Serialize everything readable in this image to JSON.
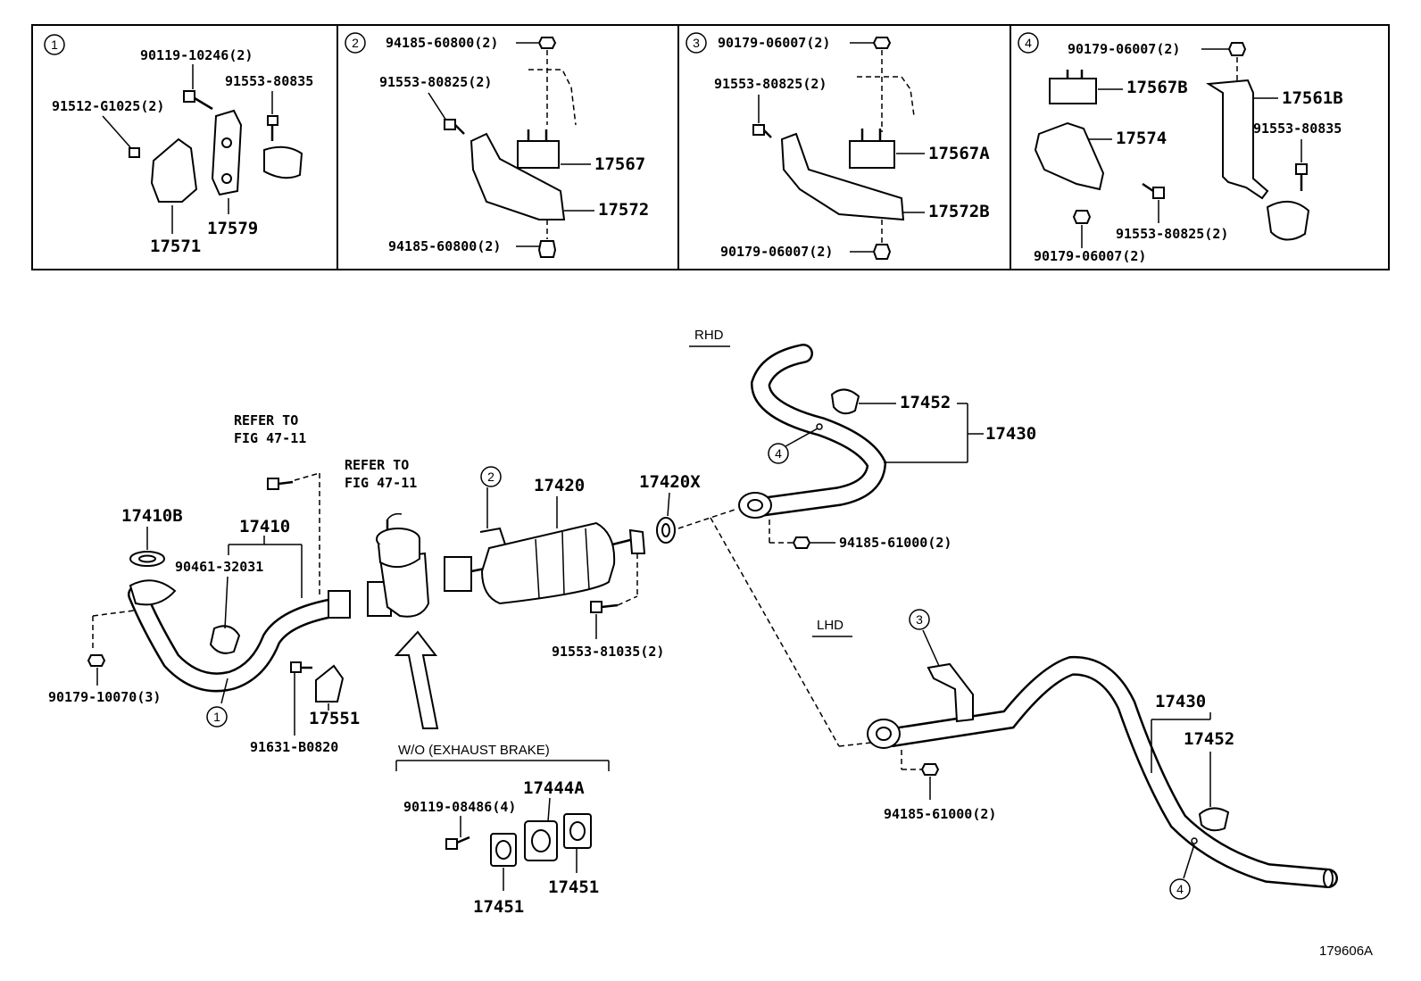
{
  "diagram_id": "179606A",
  "panels": [
    {
      "num": "1",
      "labels": [
        "90119-10246(2)",
        "91553-80835",
        "91512-G1025(2)",
        "17571",
        "17579"
      ]
    },
    {
      "num": "2",
      "labels": [
        "94185-60800(2)",
        "91553-80825(2)",
        "17567",
        "17572",
        "94185-60800(2)"
      ]
    },
    {
      "num": "3",
      "labels": [
        "90179-06007(2)",
        "91553-80825(2)",
        "17567A",
        "17572B",
        "90179-06007(2)"
      ]
    },
    {
      "num": "4",
      "labels": [
        "90179-06007(2)",
        "17567B",
        "17561B",
        "17574",
        "91553-80835",
        "91553-80825(2)",
        "90179-06007(2)"
      ]
    }
  ],
  "main": {
    "rhd": "RHD",
    "lhd": "LHD",
    "refer_a": [
      "REFER TO",
      "FIG 47-11"
    ],
    "refer_b": [
      "REFER TO",
      "FIG 47-11"
    ],
    "wo_exhaust_brake": "W/O (EXHAUST BRAKE)",
    "parts": {
      "p17410B": "17410B",
      "p17410": "17410",
      "p90461": "90461-32031",
      "p90179_10070": "90179-10070(3)",
      "p17551": "17551",
      "p91631": "91631-B0820",
      "p17420": "17420",
      "p17420X": "17420X",
      "p91553_81035": "91553-81035(2)",
      "p17444A": "17444A",
      "p90119_08486": "90119-08486(4)",
      "p17451_a": "17451",
      "p17451_b": "17451",
      "p17452_rhd": "17452",
      "p17430_rhd": "17430",
      "p94185_61000_rhd": "94185-61000(2)",
      "p17430_lhd": "17430",
      "p17452_lhd": "17452",
      "p94185_61000_lhd": "94185-61000(2)"
    },
    "callouts": {
      "c1": "1",
      "c2": "2",
      "c3": "3",
      "c4_rhd": "4",
      "c4_lhd": "4"
    }
  }
}
